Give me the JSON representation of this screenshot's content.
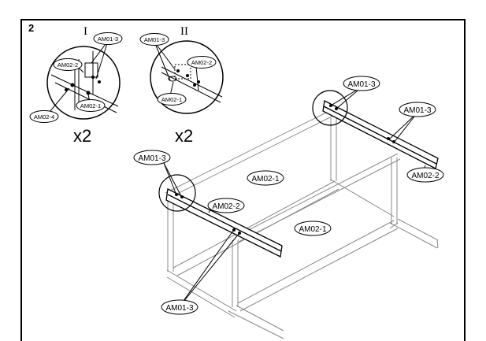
{
  "step": {
    "number": "2"
  },
  "details": [
    {
      "numeral": "I",
      "quantity": "x2",
      "labels": [
        "AM01-3",
        "AM02-2",
        "AM02-4",
        "AM02-1"
      ]
    },
    {
      "numeral": "II",
      "quantity": "x2",
      "labels": [
        "AM01-3",
        "AM02-2",
        "AM02-1"
      ]
    }
  ],
  "main_labels": [
    "AM01-3",
    "AM01-3",
    "AM01-3",
    "AM01-3",
    "AM02-1",
    "AM02-1",
    "AM02-2",
    "AM02-2"
  ],
  "colors": {
    "line": "#000000",
    "frame_line": "#888888",
    "background": "#ffffff"
  }
}
